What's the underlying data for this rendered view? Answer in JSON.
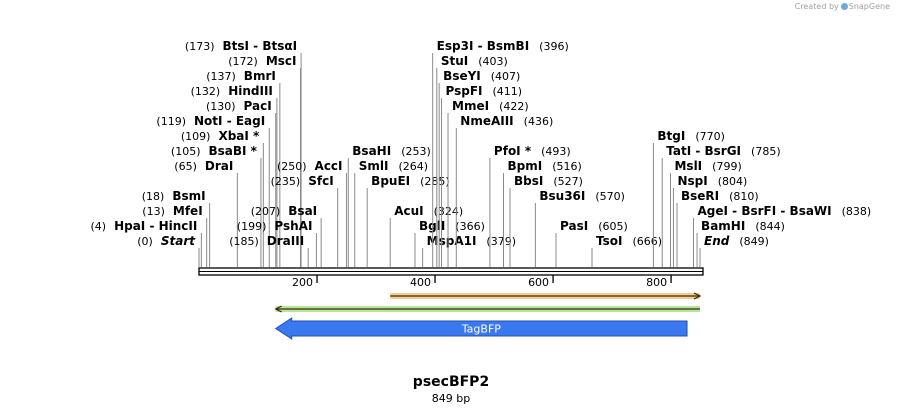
{
  "credit": {
    "prefix": "Created by",
    "brand": "SnapGene"
  },
  "plasmid": {
    "name": "psecBFP2",
    "length_label": "849 bp"
  },
  "scale": {
    "start": 1,
    "end": 849,
    "major_ticks": [
      200,
      400,
      600,
      800
    ]
  },
  "sites": [
    {
      "pos": "(4)",
      "bp": 4,
      "names": [
        "HpaI",
        "HincII"
      ],
      "row": 1,
      "side": "L"
    },
    {
      "pos": "(0)",
      "bp": 0,
      "names": [
        "Start"
      ],
      "row": 0,
      "side": "L",
      "special": true
    },
    {
      "pos": "(13)",
      "bp": 13,
      "names": [
        "MfeI"
      ],
      "row": 2,
      "side": "L"
    },
    {
      "pos": "(18)",
      "bp": 18,
      "names": [
        "BsmI"
      ],
      "row": 3,
      "side": "L"
    },
    {
      "pos": "(65)",
      "bp": 65,
      "names": [
        "DraI"
      ],
      "row": 5,
      "side": "L"
    },
    {
      "pos": "(105)",
      "bp": 105,
      "names": [
        "BsaBI *"
      ],
      "row": 6,
      "side": "L"
    },
    {
      "pos": "(109)",
      "bp": 109,
      "names": [
        "XbaI *"
      ],
      "row": 7,
      "side": "L"
    },
    {
      "pos": "(119)",
      "bp": 119,
      "names": [
        "NotI",
        "EagI"
      ],
      "row": 8,
      "side": "L"
    },
    {
      "pos": "(130)",
      "bp": 130,
      "names": [
        "PacI"
      ],
      "row": 9,
      "side": "L"
    },
    {
      "pos": "(132)",
      "bp": 132,
      "names": [
        "HindIII"
      ],
      "row": 10,
      "side": "L"
    },
    {
      "pos": "(137)",
      "bp": 137,
      "names": [
        "BmrI"
      ],
      "row": 11,
      "side": "L"
    },
    {
      "pos": "(172)",
      "bp": 172,
      "names": [
        "MscI"
      ],
      "row": 12,
      "side": "L"
    },
    {
      "pos": "(173)",
      "bp": 173,
      "names": [
        "BtsI",
        "BtsαI"
      ],
      "row": 13,
      "side": "L"
    },
    {
      "pos": "(185)",
      "bp": 185,
      "names": [
        "DraIII"
      ],
      "row": 0,
      "side": "L"
    },
    {
      "pos": "(199)",
      "bp": 199,
      "names": [
        "PshAI"
      ],
      "row": 1,
      "side": "L"
    },
    {
      "pos": "(207)",
      "bp": 207,
      "names": [
        "BsaI"
      ],
      "row": 2,
      "side": "L"
    },
    {
      "pos": "(235)",
      "bp": 235,
      "names": [
        "SfcI"
      ],
      "row": 4,
      "side": "L"
    },
    {
      "pos": "(250)",
      "bp": 250,
      "names": [
        "AccI"
      ],
      "row": 5,
      "side": "L"
    },
    {
      "pos": "(253)",
      "bp": 253,
      "names": [
        "BsaHI"
      ],
      "row": 6,
      "side": "R"
    },
    {
      "pos": "(264)",
      "bp": 264,
      "names": [
        "SmlI"
      ],
      "row": 5,
      "side": "R"
    },
    {
      "pos": "(285)",
      "bp": 285,
      "names": [
        "BpuEI"
      ],
      "row": 4,
      "side": "R"
    },
    {
      "pos": "(324)",
      "bp": 324,
      "names": [
        "AcuI"
      ],
      "row": 2,
      "side": "R"
    },
    {
      "pos": "(366)",
      "bp": 366,
      "names": [
        "BglI"
      ],
      "row": 1,
      "side": "R"
    },
    {
      "pos": "(379)",
      "bp": 379,
      "names": [
        "MspA1I"
      ],
      "row": 0,
      "side": "R"
    },
    {
      "pos": "(396)",
      "bp": 396,
      "names": [
        "Esp3I",
        "BsmBI"
      ],
      "row": 13,
      "side": "R"
    },
    {
      "pos": "(403)",
      "bp": 403,
      "names": [
        "StuI"
      ],
      "row": 12,
      "side": "R"
    },
    {
      "pos": "(407)",
      "bp": 407,
      "names": [
        "BseYI"
      ],
      "row": 11,
      "side": "R"
    },
    {
      "pos": "(411)",
      "bp": 411,
      "names": [
        "PspFI"
      ],
      "row": 10,
      "side": "R"
    },
    {
      "pos": "(422)",
      "bp": 422,
      "names": [
        "MmeI"
      ],
      "row": 9,
      "side": "R"
    },
    {
      "pos": "(436)",
      "bp": 436,
      "names": [
        "NmeAIII"
      ],
      "row": 8,
      "side": "R"
    },
    {
      "pos": "(493)",
      "bp": 493,
      "names": [
        "PfoI *"
      ],
      "row": 6,
      "side": "R"
    },
    {
      "pos": "(516)",
      "bp": 516,
      "names": [
        "BpmI"
      ],
      "row": 5,
      "side": "R"
    },
    {
      "pos": "(527)",
      "bp": 527,
      "names": [
        "BbsI"
      ],
      "row": 4,
      "side": "R"
    },
    {
      "pos": "(570)",
      "bp": 570,
      "names": [
        "Bsu36I"
      ],
      "row": 3,
      "side": "R"
    },
    {
      "pos": "(605)",
      "bp": 605,
      "names": [
        "PasI"
      ],
      "row": 1,
      "side": "R"
    },
    {
      "pos": "(666)",
      "bp": 666,
      "names": [
        "TsoI"
      ],
      "row": 0,
      "side": "R"
    },
    {
      "pos": "(770)",
      "bp": 770,
      "names": [
        "BtgI"
      ],
      "row": 7,
      "side": "R"
    },
    {
      "pos": "(785)",
      "bp": 785,
      "names": [
        "TatI",
        "BsrGI"
      ],
      "row": 6,
      "side": "R"
    },
    {
      "pos": "(799)",
      "bp": 799,
      "names": [
        "MslI"
      ],
      "row": 5,
      "side": "R"
    },
    {
      "pos": "(804)",
      "bp": 804,
      "names": [
        "NspI"
      ],
      "row": 4,
      "side": "R"
    },
    {
      "pos": "(810)",
      "bp": 810,
      "names": [
        "BseRI"
      ],
      "row": 3,
      "side": "R"
    },
    {
      "pos": "(838)",
      "bp": 838,
      "names": [
        "AgeI",
        "BsrFI",
        "BsaWI"
      ],
      "row": 2,
      "side": "R"
    },
    {
      "pos": "(844)",
      "bp": 844,
      "names": [
        "BamHI"
      ],
      "row": 1,
      "side": "R"
    },
    {
      "pos": "(849)",
      "bp": 849,
      "names": [
        "End"
      ],
      "row": 0,
      "side": "R",
      "special": true
    }
  ],
  "features": [
    {
      "name": "",
      "start": 324,
      "end": 849,
      "strand": 1,
      "color": "#f0a030",
      "kind": "thin"
    },
    {
      "name": "",
      "start": 130,
      "end": 849,
      "strand": -1,
      "color": "#80d040",
      "kind": "thin"
    },
    {
      "name": "TagBFP",
      "start": 130,
      "end": 827,
      "strand": -1,
      "color": "#3a78ef",
      "kind": "block"
    }
  ]
}
